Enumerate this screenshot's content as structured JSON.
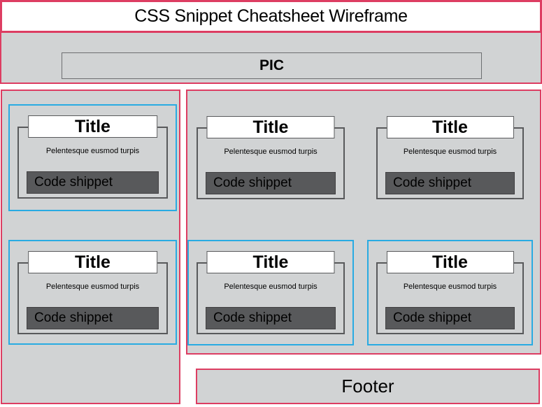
{
  "header": {
    "title": "CSS Snippet Cheatsheet Wireframe"
  },
  "hero": {
    "pic_label": "PIC"
  },
  "cards": [
    {
      "title": "Title",
      "description": "Pelentesque eusmod turpis",
      "code_label": "Code shippet",
      "highlighted": true
    },
    {
      "title": "Title",
      "description": "Pelentesque eusmod turpis",
      "code_label": "Code shippet",
      "highlighted": true
    },
    {
      "title": "Title",
      "description": "Pelentesque eusmod turpis",
      "code_label": "Code shippet",
      "highlighted": false
    },
    {
      "title": "Title",
      "description": "Pelentesque eusmod turpis",
      "code_label": "Code shippet",
      "highlighted": false
    },
    {
      "title": "Title",
      "description": "Pelentesque eusmod turpis",
      "code_label": "Code shippet",
      "highlighted": true
    },
    {
      "title": "Title",
      "description": "Pelentesque eusmod turpis",
      "code_label": "Code shippet",
      "highlighted": true
    }
  ],
  "footer": {
    "label": "Footer"
  },
  "colors": {
    "accent_pink": "#dd3d62",
    "accent_blue": "#29abe2",
    "panel_gray": "#d1d3d4",
    "dark_gray": "#58595b",
    "code_box_border": "#414042"
  }
}
